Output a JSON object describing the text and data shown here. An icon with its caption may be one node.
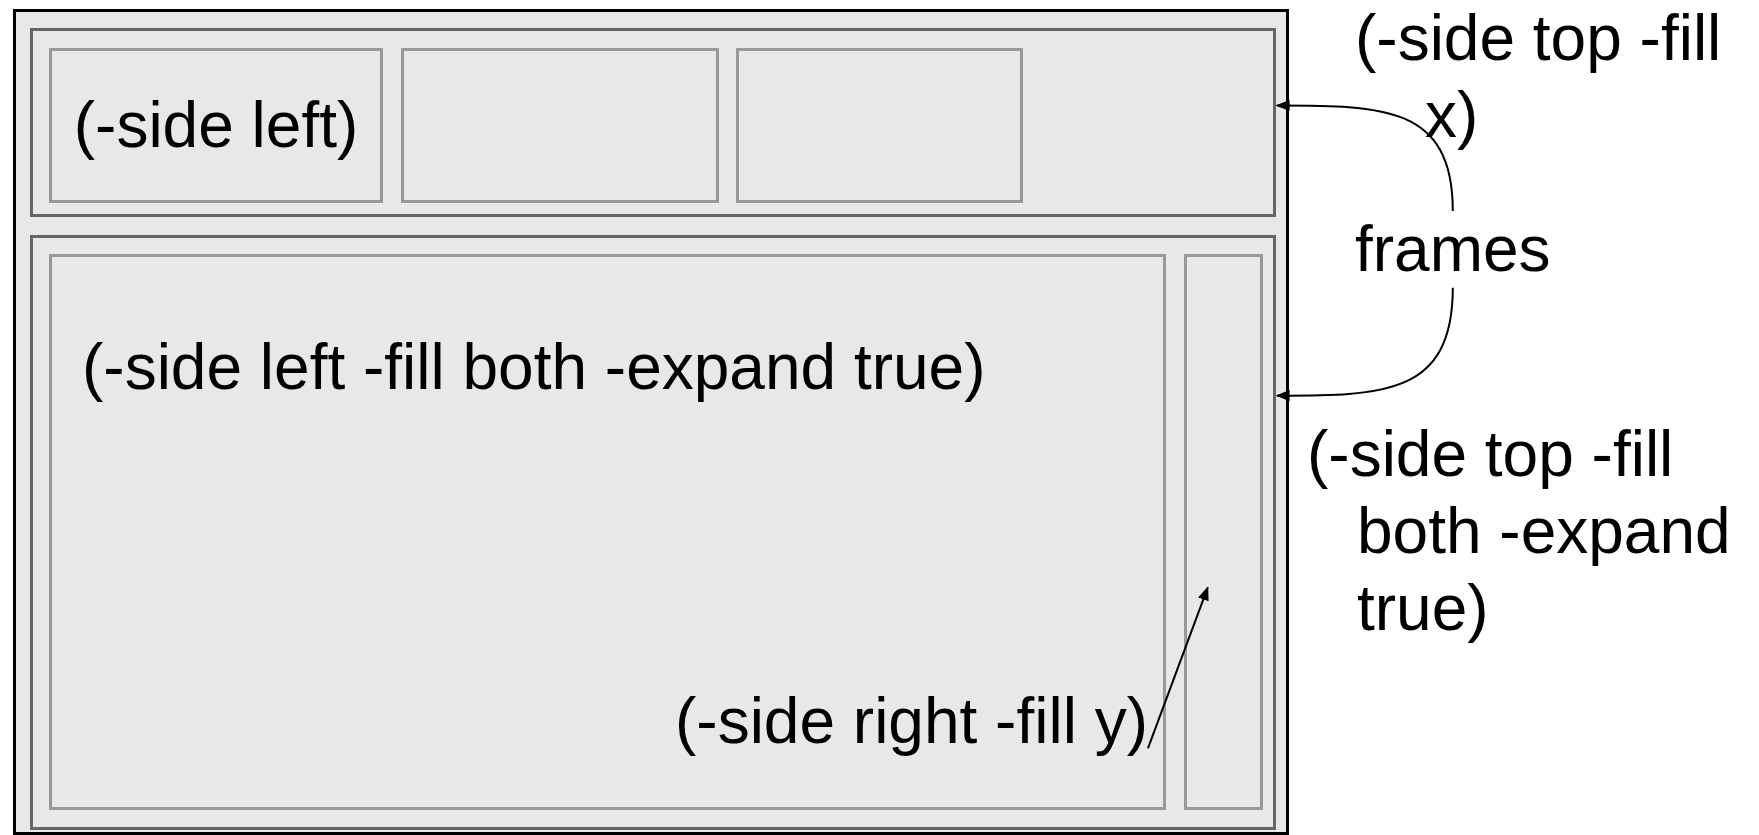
{
  "diagram": {
    "nodes": [
      {
        "text": [],
        "shape": "box"
      },
      {
        "text": [],
        "shape": "box",
        "in": 0,
        "beside": [
          "(-side top -fill x)"
        ]
      },
      {
        "text": [
          "(-side left)"
        ],
        "in": 1
      },
      {
        "text": [],
        "shape": "box",
        "in": 1
      },
      {
        "text": [],
        "shape": "box",
        "in": 1
      },
      {
        "text": [],
        "shape": "box",
        "in": 0,
        "beside": [
          "(-side top -fill both -expand true)"
        ]
      },
      {
        "text": [
          "(-side left -fill both -expand true)"
        ],
        "in": 5
      },
      {
        "text": [],
        "shape": "box",
        "in": 5
      },
      {
        "text": [
          "frames"
        ]
      },
      {
        "text": [
          "(-side right -fill y)"
        ],
        "in": 6
      }
    ],
    "edges": [
      {
        "from": 8,
        "to": 1,
        "arrow": "to"
      },
      {
        "from": 8,
        "to": 5,
        "arrow": "to"
      },
      {
        "from": 9,
        "to": 7,
        "arrow": "to"
      }
    ]
  }
}
